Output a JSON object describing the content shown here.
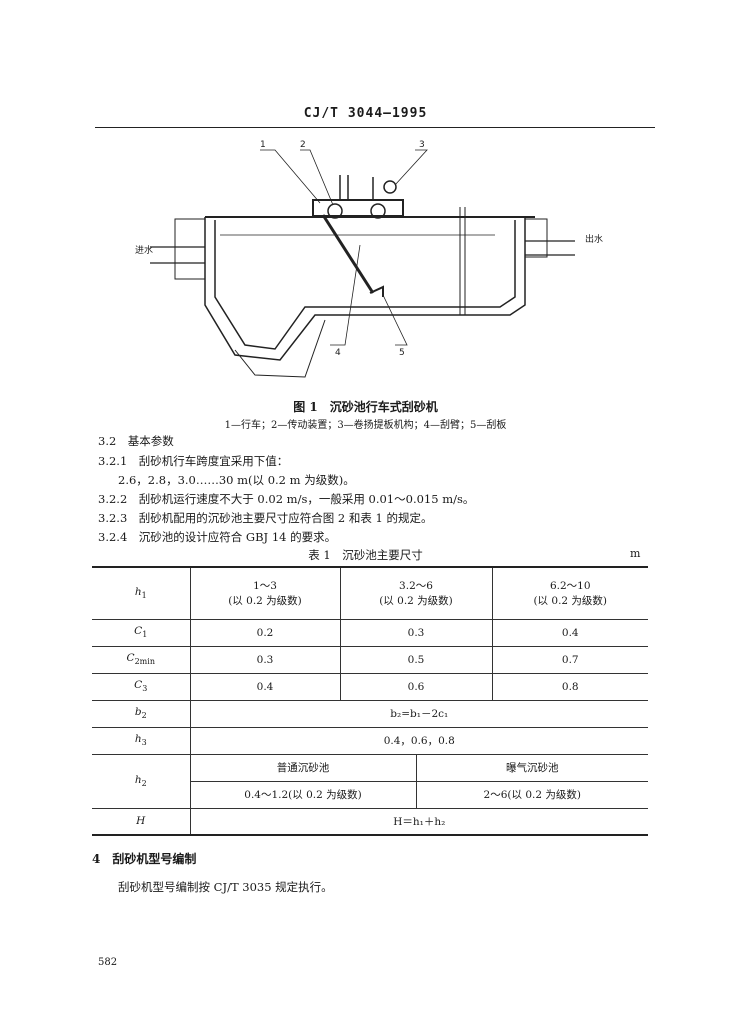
{
  "header": "CJ/T 3044—1995",
  "figure": {
    "callouts": [
      "1",
      "2",
      "3",
      "4",
      "5"
    ],
    "inlet_label": "进水",
    "outlet_label": "出水",
    "title": "图 1　沉砂池行车式刮砂机",
    "legend": "1—行车；2—传动装置；3—卷扬提板机构；4—刮臂；5—刮板"
  },
  "section_3_2": {
    "heading": "3.2　基本参数",
    "items": [
      {
        "num": "3.2.1",
        "text": "刮砂机行车跨度宜采用下值："
      },
      {
        "num": "",
        "text": "2.6，2.8，3.0……30 m(以 0.2 m 为级数)。"
      },
      {
        "num": "3.2.2",
        "text": "刮砂机运行速度不大于 0.02 m/s，一般采用 0.01～0.015 m/s。"
      },
      {
        "num": "3.2.3",
        "text": "刮砂机配用的沉砂池主要尺寸应符合图 2 和表 1 的规定。"
      },
      {
        "num": "3.2.4",
        "text": "沉砂池的设计应符合 GBJ 14 的要求。"
      }
    ]
  },
  "table": {
    "title": "表 1　沉砂池主要尺寸",
    "unit": "m",
    "header_label": "h",
    "header_label_sub": "1",
    "ranges": [
      {
        "range": "1～3",
        "note": "(以 0.2 为级数)"
      },
      {
        "range": "3.2～6",
        "note": "(以 0.2 为级数)"
      },
      {
        "range": "6.2～10",
        "note": "(以 0.2 为级数)"
      }
    ],
    "rows": [
      {
        "label": "C",
        "sub": "1",
        "values": [
          "0.2",
          "0.3",
          "0.4"
        ]
      },
      {
        "label": "C",
        "sub": "2min",
        "values": [
          "0.3",
          "0.5",
          "0.7"
        ]
      },
      {
        "label": "C",
        "sub": "3",
        "values": [
          "0.4",
          "0.6",
          "0.8"
        ]
      }
    ],
    "b2_label": "b",
    "b2_sub": "2",
    "b2_value": "b₂=b₁－2c₁",
    "h3_label": "h",
    "h3_sub": "3",
    "h3_value": "0.4，0.6，0.8",
    "h2_label": "h",
    "h2_sub": "2",
    "h2_col1_head": "普通沉砂池",
    "h2_col2_head": "曝气沉砂池",
    "h2_col1_value": "0.4～1.2(以 0.2 为级数)",
    "h2_col2_value": "2～6(以 0.2 为级数)",
    "H_label": "H",
    "H_value": "H＝h₁＋h₂"
  },
  "section_4": {
    "heading": "4　刮砂机型号编制",
    "body": "刮砂机型号编制按 CJ/T 3035 规定执行。"
  },
  "page_number": "582"
}
